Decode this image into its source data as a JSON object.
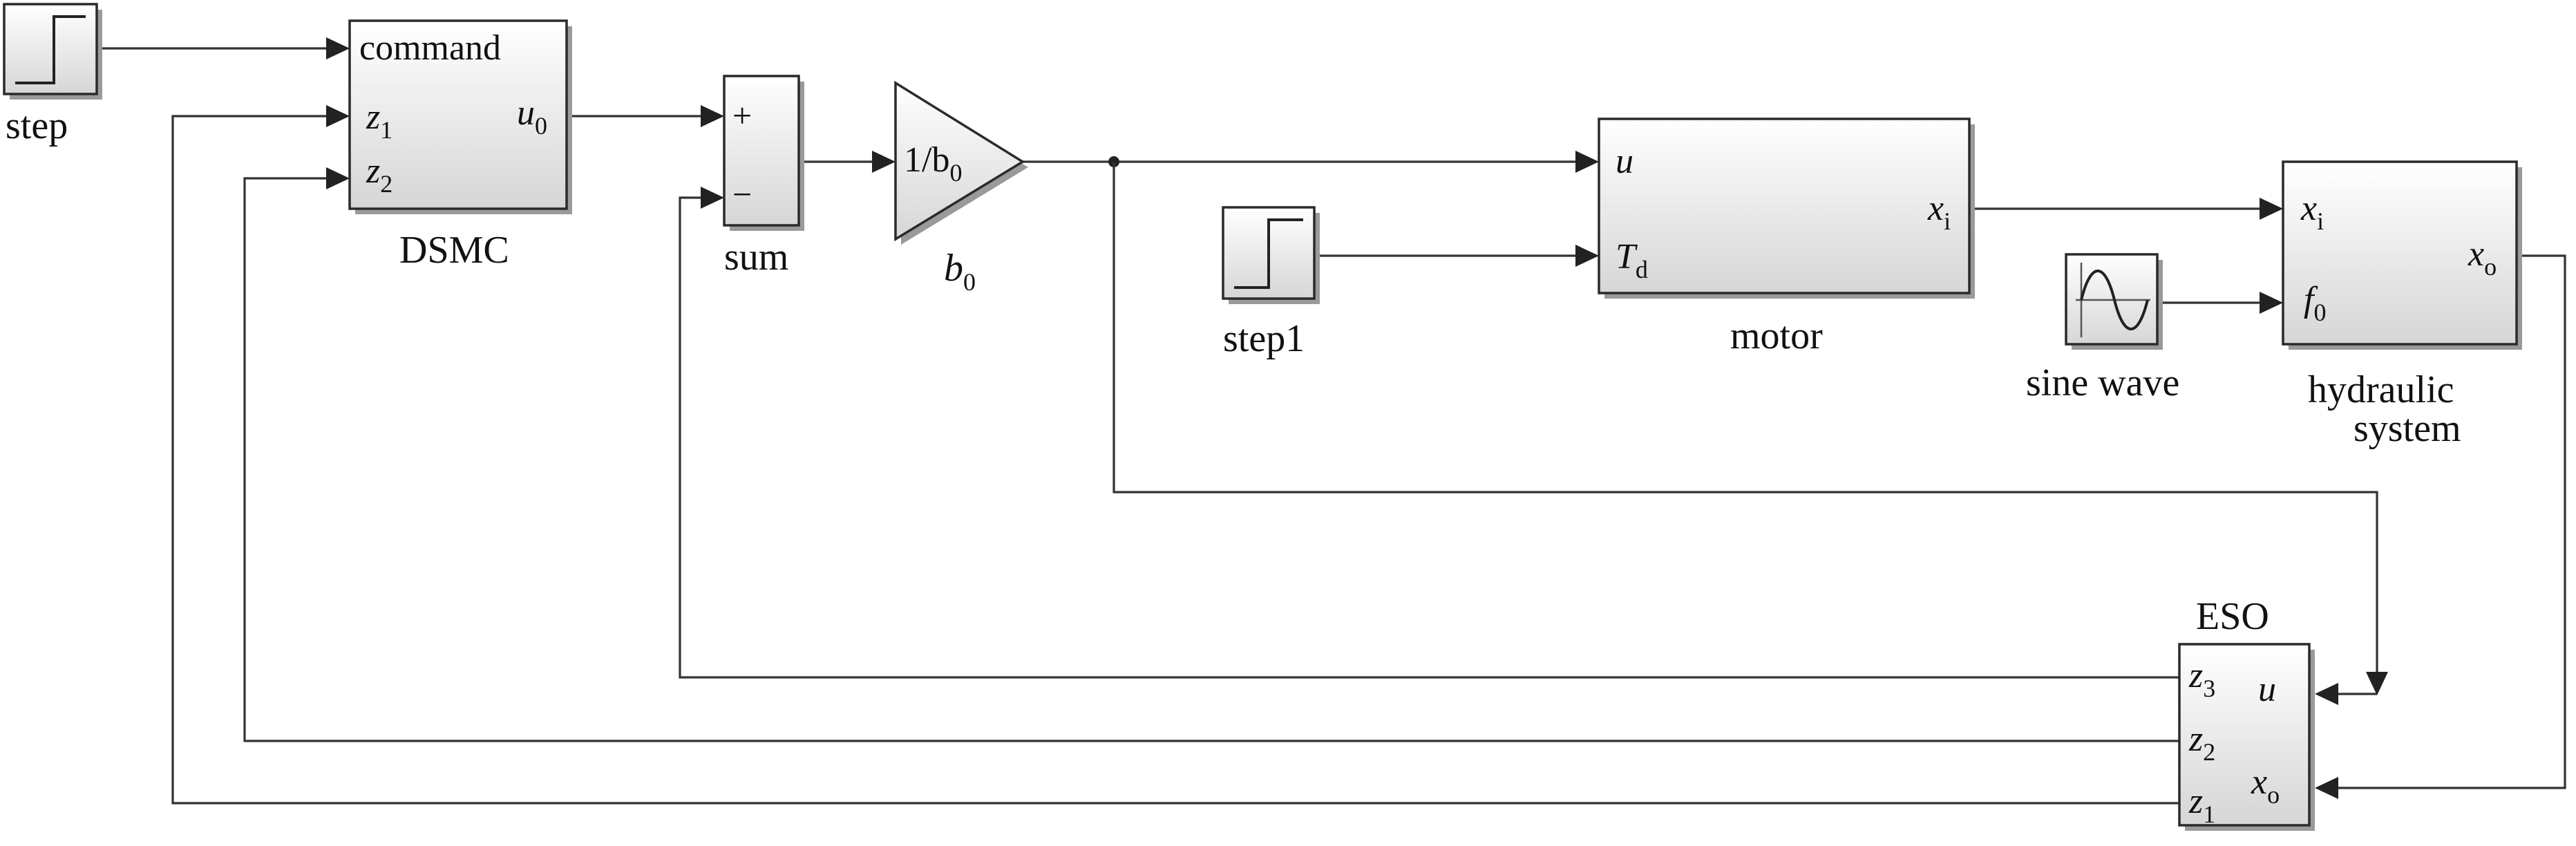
{
  "blocks": {
    "step": {
      "label": "step"
    },
    "dsmc": {
      "label": "DSMC",
      "inputs": [
        {
          "text": "command",
          "sub": ""
        },
        {
          "text": "z",
          "sub": "1"
        },
        {
          "text": "z",
          "sub": "2"
        }
      ],
      "outputs": [
        {
          "text": "u",
          "sub": "0"
        }
      ]
    },
    "sum": {
      "label": "sum",
      "signs": [
        "+",
        "−"
      ]
    },
    "gain": {
      "text": "1/b",
      "sub": "0",
      "label_main": "b",
      "label_sub": "0"
    },
    "step1": {
      "label": "step1"
    },
    "motor": {
      "label": "motor",
      "inputs": [
        {
          "text": "u",
          "sub": ""
        },
        {
          "text": "T",
          "sub": "d"
        }
      ],
      "outputs": [
        {
          "text": "x",
          "sub": "i"
        }
      ]
    },
    "sine": {
      "label": "sine wave"
    },
    "hydraulic": {
      "label_line1": "hydraulic",
      "label_line2": "system",
      "inputs": [
        {
          "text": "x",
          "sub": "i"
        },
        {
          "text": "f",
          "sub": "0"
        }
      ],
      "outputs": [
        {
          "text": "x",
          "sub": "o"
        }
      ]
    },
    "eso": {
      "label": "ESO",
      "outputs": [
        {
          "text": "z",
          "sub": "3"
        },
        {
          "text": "z",
          "sub": "2"
        },
        {
          "text": "z",
          "sub": "1"
        }
      ],
      "inputs": [
        {
          "text": "u",
          "sub": ""
        },
        {
          "text": "x",
          "sub": "o"
        }
      ]
    }
  }
}
